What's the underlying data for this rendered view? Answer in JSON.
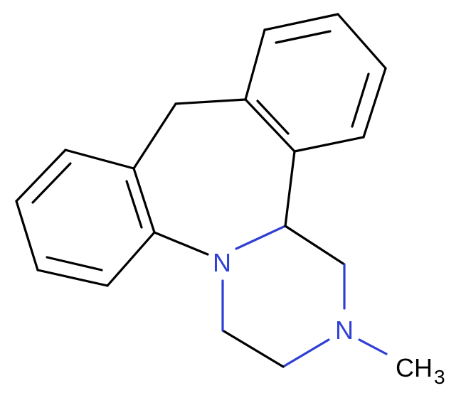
{
  "molecule": {
    "atoms": {
      "n1": {
        "label": "N",
        "color": "#2f3fd4"
      },
      "n2": {
        "label": "N",
        "color": "#2f3fd4"
      },
      "methyl_main": {
        "label": "CH",
        "color": "#000000"
      },
      "methyl_sub": {
        "label": "3",
        "color": "#000000"
      }
    }
  }
}
